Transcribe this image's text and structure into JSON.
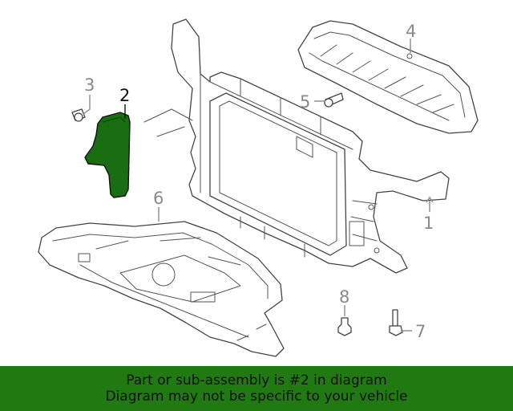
{
  "diagram": {
    "highlighted_part": "2",
    "highlight_color": "#1a6e12",
    "callouts": [
      {
        "id": "c1",
        "label": "1"
      },
      {
        "id": "c2",
        "label": "2"
      },
      {
        "id": "c3",
        "label": "3"
      },
      {
        "id": "c4",
        "label": "4"
      },
      {
        "id": "c5",
        "label": "5"
      },
      {
        "id": "c6",
        "label": "6"
      },
      {
        "id": "c7",
        "label": "7"
      },
      {
        "id": "c8",
        "label": "8"
      }
    ]
  },
  "banner": {
    "line1": "Part or sub-assembly is #2 in diagram",
    "line2": "Diagram may not be specific to your vehicle",
    "background_color": "#217a11"
  }
}
